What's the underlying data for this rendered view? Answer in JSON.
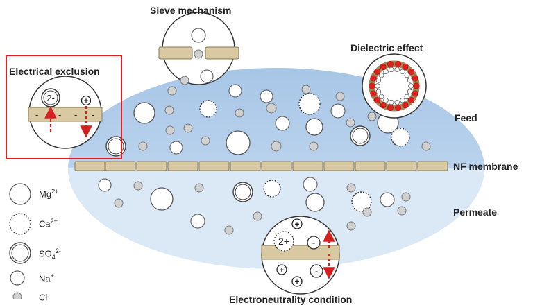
{
  "labels": {
    "sieve": "Sieve mechanism",
    "dielectric": "Dielectric effect",
    "electrical": "Electrical exclusion",
    "feed": "Feed",
    "membrane": "NF membrane",
    "permeate": "Permeate",
    "bottom_partial": "Electroneutrality condition"
  },
  "legend": [
    {
      "ion": "Mg",
      "charge": "2+",
      "subscript": "",
      "style": "solid"
    },
    {
      "ion": "Ca",
      "charge": "2+",
      "subscript": "",
      "style": "dotted"
    },
    {
      "ion": "SO",
      "charge": "2-",
      "subscript": "4",
      "style": "double"
    },
    {
      "ion": "Na",
      "charge": "+",
      "subscript": "",
      "style": "thin"
    },
    {
      "ion": "Cl",
      "charge": "-",
      "subscript": "",
      "style": "grey"
    }
  ],
  "symbols": {
    "electrical_anion": "2-",
    "plus": "+",
    "minus": "-",
    "cation": "2+"
  },
  "colors": {
    "ellipse_top": "#a9c8e8",
    "ellipse_bottom": "#d7e6f4",
    "membrane_fill": "#d8c9a3",
    "membrane_stroke": "#8b7a52",
    "frame_red": "#e02020",
    "arrow_red": "#d62020",
    "chloride_fill": "#d0d0d0"
  }
}
